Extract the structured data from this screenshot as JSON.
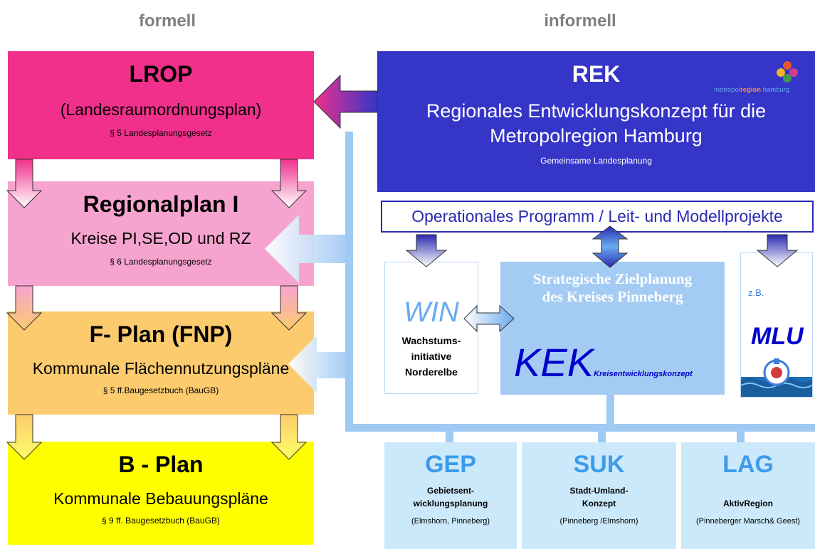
{
  "headers": {
    "left": "formell",
    "right": "informell"
  },
  "formal": {
    "lrop": {
      "title": "LROP",
      "subtitle": "(Landesraumordnungsplan)",
      "law": "§ 5 Landesplanungsgesetz"
    },
    "regionalplan": {
      "title": "Regionalplan I",
      "subtitle": "Kreise PI,SE,OD und RZ",
      "law": "§ 6 Landesplanungsgesetz"
    },
    "fplan": {
      "title": "F- Plan (FNP)",
      "subtitle": "Kommunale Flächennutzungspläne",
      "law": "§ 5 ff.Baugesetzbuch (BauGB)"
    },
    "bplan": {
      "title": "B - Plan",
      "subtitle": "Kommunale Bebauungspläne",
      "law": "§ 9 ff. Baugesetzbuch (BauGB)"
    }
  },
  "rek": {
    "title": "REK",
    "line1": "Regionales Entwicklungskonzept für die",
    "line2": "Metropolregion Hamburg",
    "sub": "Gemeinsame Landesplanung",
    "logo_text_a": "metropol",
    "logo_text_b": "region",
    "logo_text_c": " hamburg"
  },
  "operational": "Operationales Programm / Leit- und Modellprojekte",
  "win": {
    "title": "WIN",
    "line1": "Wachstums-",
    "line2": "initiative",
    "line3": "Norderelbe"
  },
  "kek": {
    "line1": "Strategische Zielplanung",
    "line2": "des Kreises Pinneberg",
    "title": "KEK",
    "small": "Kreisentwicklungskonzept"
  },
  "mlu": {
    "zb": "z.B.",
    "title": "MLU"
  },
  "bottom": [
    {
      "title": "GEP",
      "l1": "Gebietsent-",
      "l2": "wicklungsplanung",
      "place": "(Elmshorn, Pinneberg)"
    },
    {
      "title": "SUK",
      "l1": "Stadt-Umland-",
      "l2": "Konzept",
      "place": "(Pinneberg /Elmshorn)"
    },
    {
      "title": "LAG",
      "l1": "",
      "l2": "AktivRegion",
      "place": "(Pinneberger Marsch& Geest)"
    }
  ],
  "colors": {
    "lrop": "#f0308b",
    "regionalplan": "#f6a4cf",
    "fplan": "#fccb6e",
    "bplan": "#ffff00",
    "rek": "#3535c8",
    "operational_border": "#2a2ab0",
    "kek_bg": "#a4cbf3",
    "kek_text": "#0000cc",
    "bottom_bg": "#cbe9fb",
    "bottom_title": "#3d9bea",
    "connector": "#9fcaf3"
  }
}
